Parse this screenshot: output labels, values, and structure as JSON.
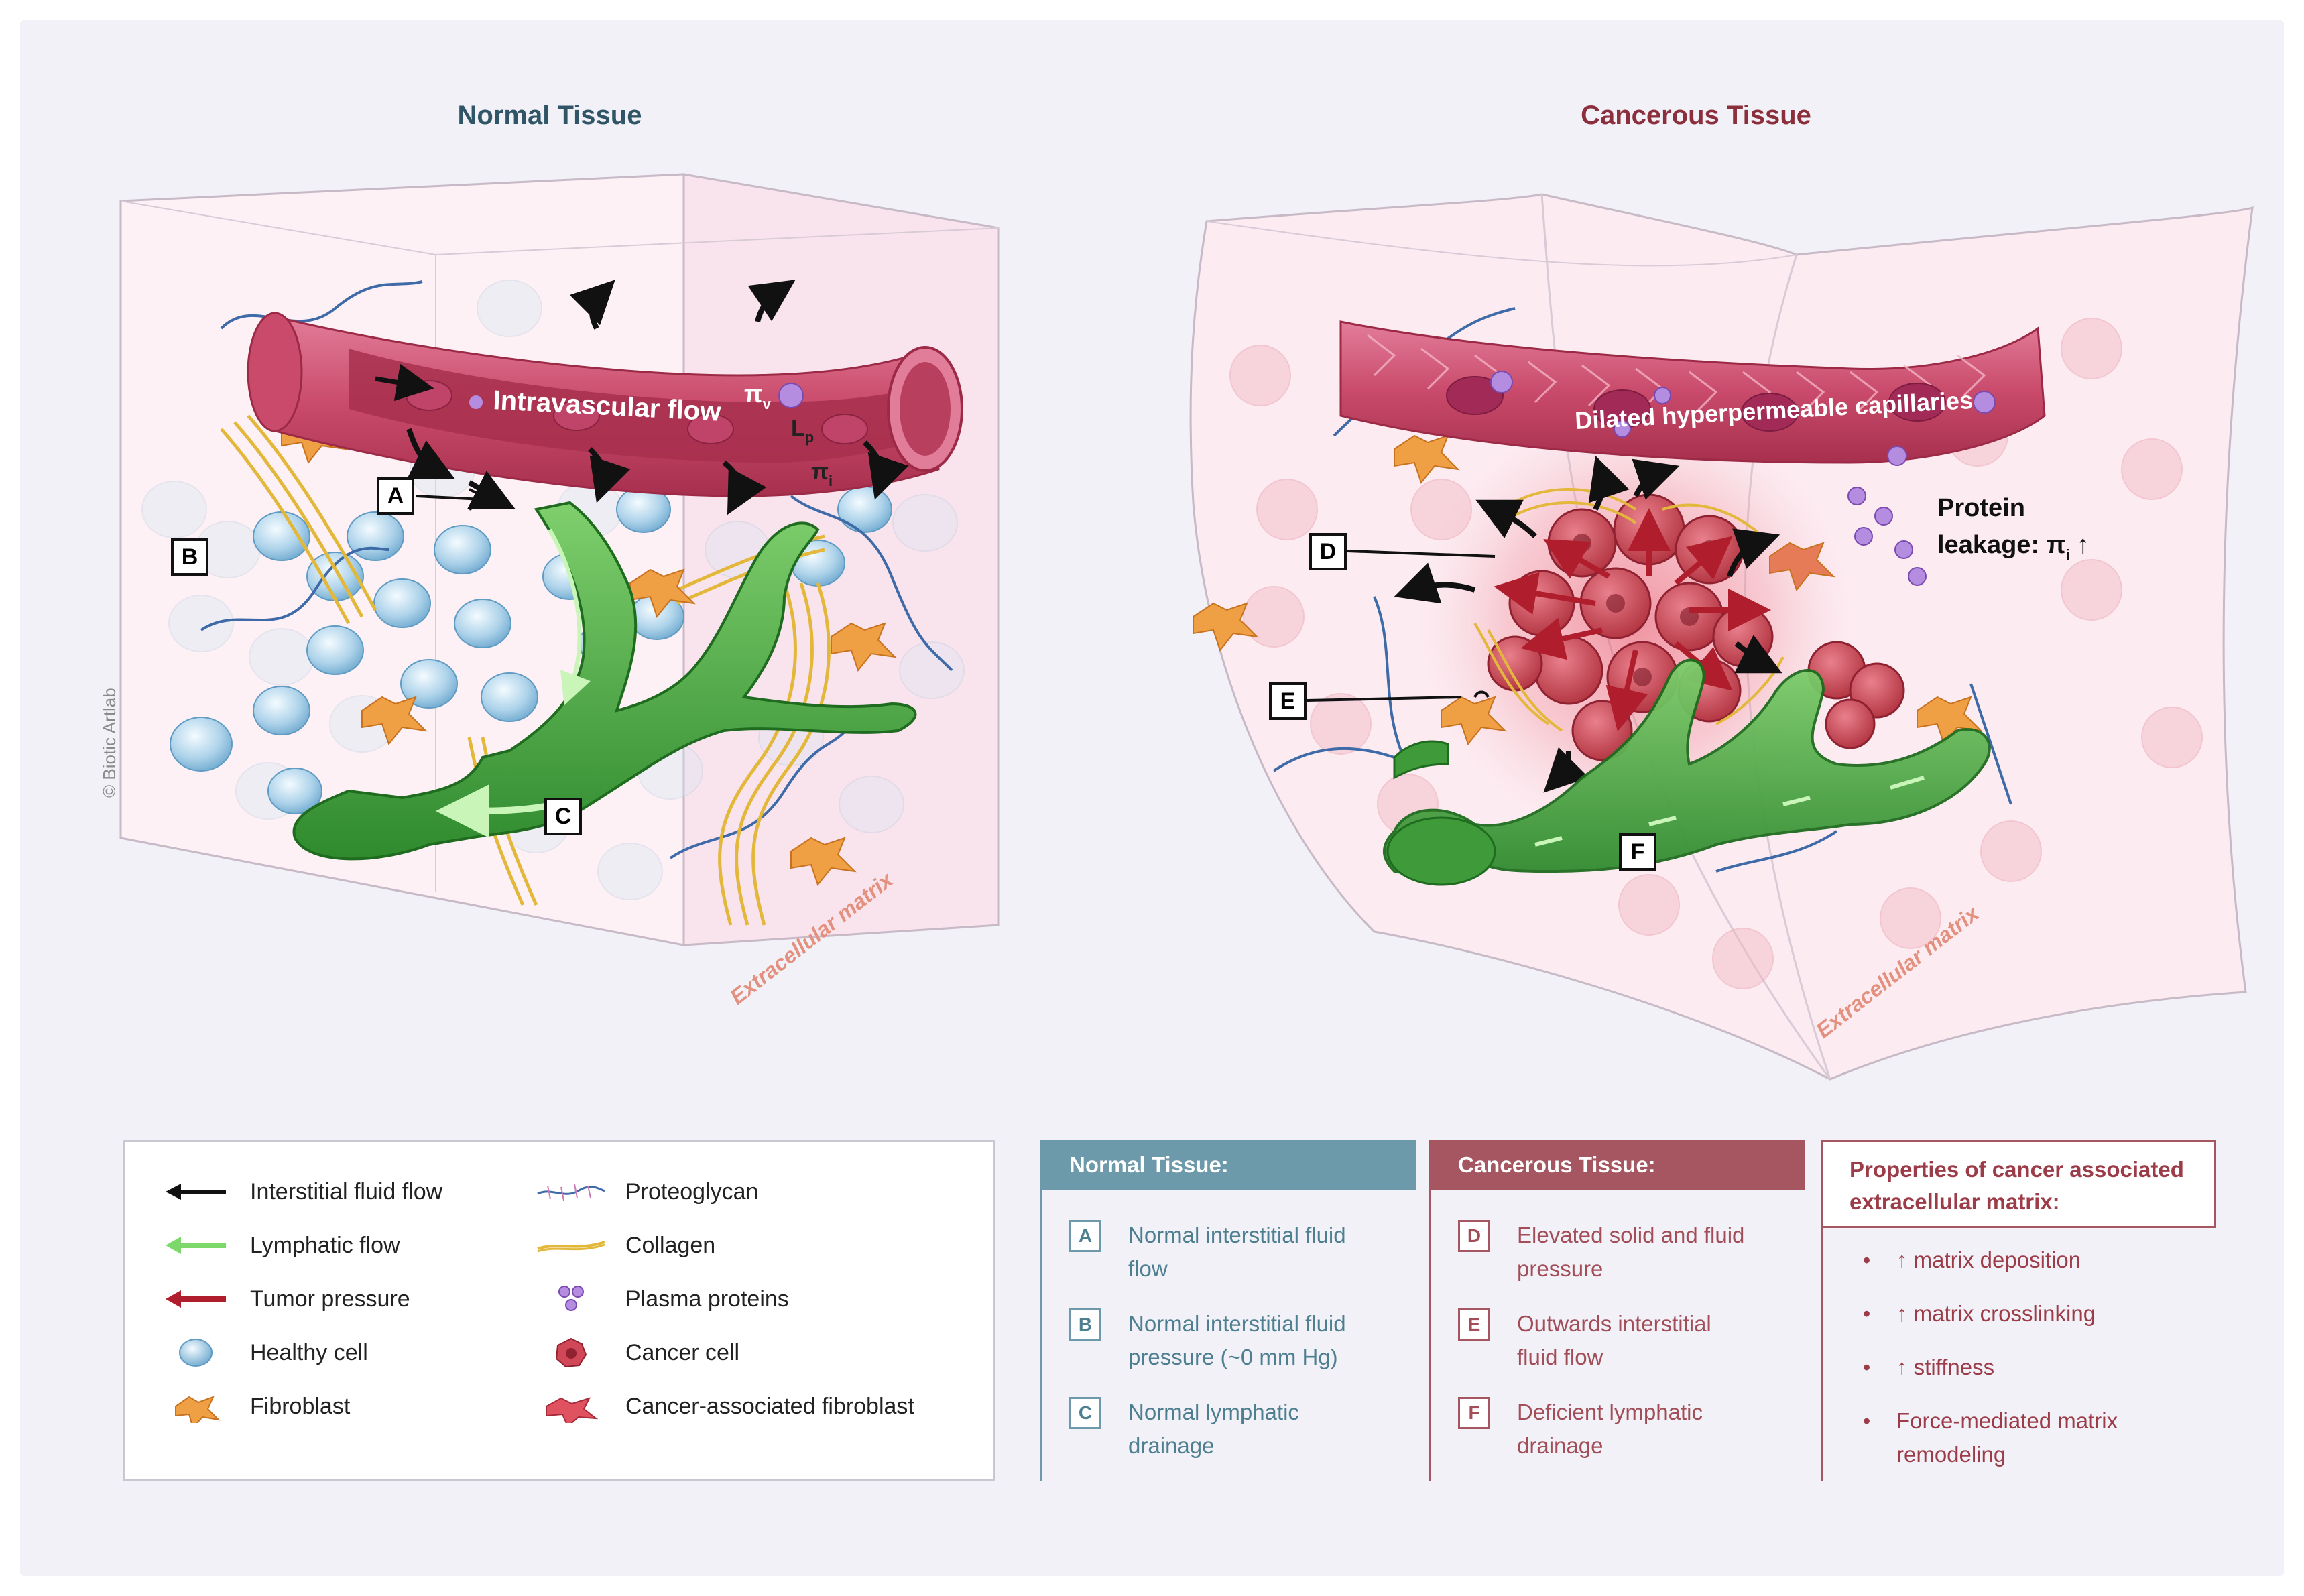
{
  "titles": {
    "normal": "Normal Tissue",
    "cancer": "Cancerous Tissue"
  },
  "copyright": "© Biotic Artlab",
  "normal_diagram": {
    "vessel_label": "Intravascular flow",
    "pi_v": "π",
    "pi_v_sub": "v",
    "lp": "L",
    "lp_sub": "p",
    "pi_i": "π",
    "pi_i_sub": "i",
    "ecm_label": "Extracellular matrix",
    "markers": [
      "A",
      "B",
      "C"
    ]
  },
  "cancer_diagram": {
    "vessel_label": "Dilated hyperpermeable capillaries",
    "protein_line1": "Protein",
    "protein_line2": "leakage: π",
    "protein_sub": "i",
    "protein_arrow": "↑",
    "ecm_label": "Extracellular matrix",
    "markers": [
      "D",
      "E",
      "F"
    ]
  },
  "legend": {
    "left": [
      {
        "icon": "black-arrow-icon",
        "label": "Interstitial fluid flow"
      },
      {
        "icon": "green-arrow-icon",
        "label": "Lymphatic flow"
      },
      {
        "icon": "red-arrow-icon",
        "label": "Tumor pressure"
      },
      {
        "icon": "healthy-cell-icon",
        "label": "Healthy cell"
      },
      {
        "icon": "fibroblast-icon",
        "label": "Fibroblast"
      }
    ],
    "right": [
      {
        "icon": "proteoglycan-icon",
        "label": "Proteoglycan"
      },
      {
        "icon": "collagen-icon",
        "label": "Collagen"
      },
      {
        "icon": "plasma-proteins-icon",
        "label": "Plasma proteins"
      },
      {
        "icon": "cancer-cell-icon",
        "label": "Cancer cell"
      },
      {
        "icon": "caf-icon",
        "label": "Cancer-associated fibroblast"
      }
    ]
  },
  "normal_panel": {
    "header": "Normal Tissue:",
    "rows": [
      {
        "key": "A",
        "line1": "Normal interstitial fluid",
        "line2": "flow"
      },
      {
        "key": "B",
        "line1": "Normal interstitial fluid",
        "line2": "pressure (~0 mm Hg)"
      },
      {
        "key": "C",
        "line1": "Normal lymphatic",
        "line2": "drainage"
      }
    ]
  },
  "cancer_panel": {
    "header": "Cancerous Tissue:",
    "rows": [
      {
        "key": "D",
        "line1": "Elevated solid and fluid",
        "line2": "pressure"
      },
      {
        "key": "E",
        "line1": "Outwards interstitial",
        "line2": "fluid flow"
      },
      {
        "key": "F",
        "line1": "Deficient lymphatic",
        "line2": "drainage"
      }
    ]
  },
  "properties_panel": {
    "header_line1": "Properties of cancer associated",
    "header_line2": "extracellular matrix:",
    "items": [
      {
        "bullet": "•",
        "line1": "↑ matrix deposition",
        "line2": ""
      },
      {
        "bullet": "•",
        "line1": "↑ matrix crosslinking",
        "line2": ""
      },
      {
        "bullet": "•",
        "line1": "↑ stiffness",
        "line2": ""
      },
      {
        "bullet": "•",
        "line1": "Force-mediated matrix",
        "line2": "remodeling"
      }
    ]
  },
  "colors": {
    "normal_title": "#2f5566",
    "cancer_title": "#8c2f3c",
    "normal_header": "#6d9aaa",
    "cancer_header": "#a65660",
    "properties_text": "#9c3c48",
    "vessel": "#c94a6a",
    "lymph": "#3f9b3a",
    "ecm_label": "#e3907f"
  }
}
